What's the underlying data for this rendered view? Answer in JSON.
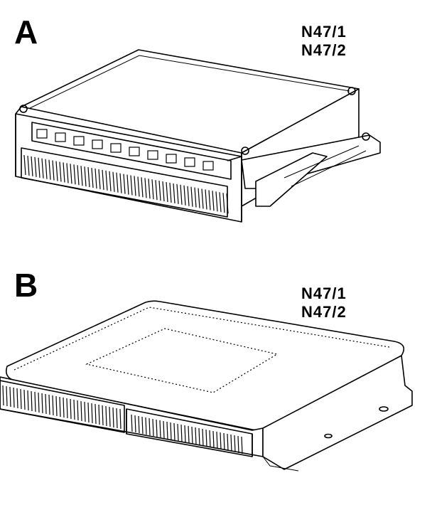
{
  "panels": [
    {
      "letter": "A",
      "codes": [
        "N47/1",
        "N47/2"
      ],
      "icon": "control-unit-housing-type-a"
    },
    {
      "letter": "B",
      "codes": [
        "N47/1",
        "N47/2"
      ],
      "icon": "control-unit-housing-type-b"
    }
  ]
}
